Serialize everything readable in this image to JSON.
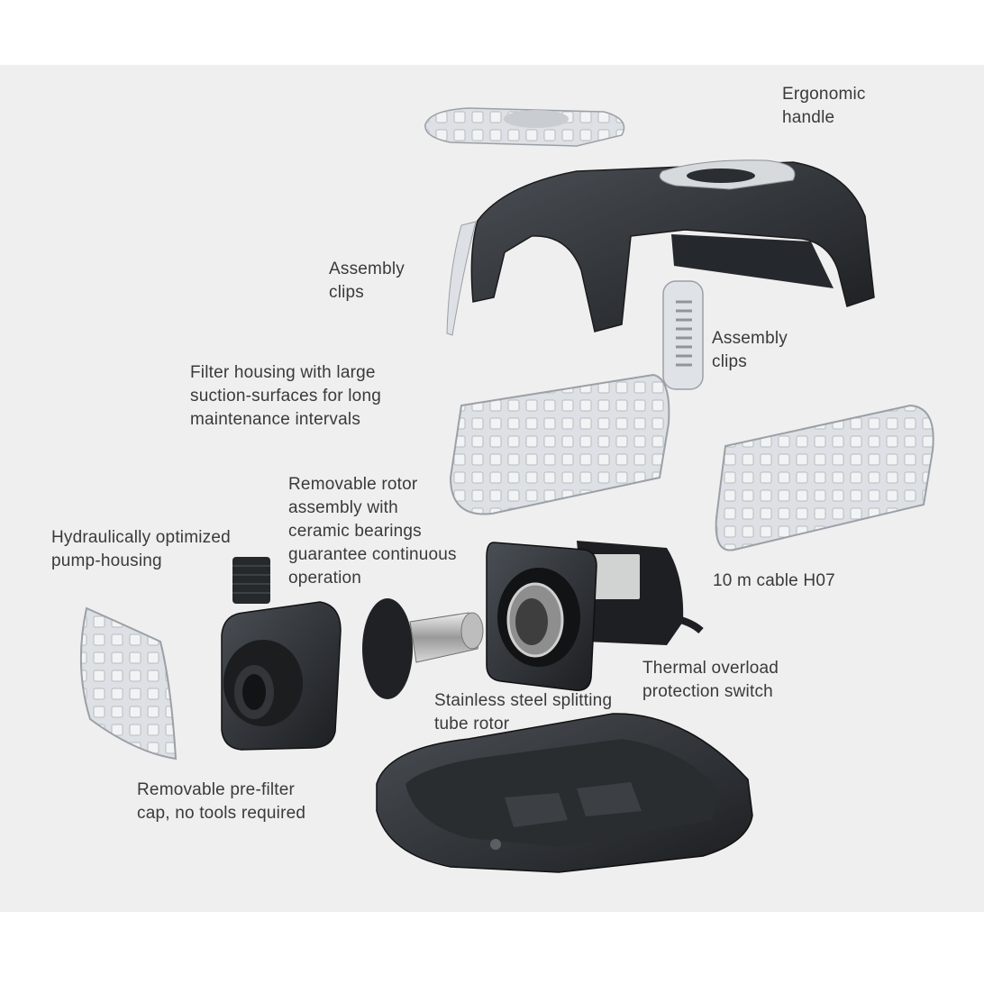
{
  "labels": {
    "ergonomic_handle": [
      "Ergonomic",
      "handle"
    ],
    "assembly_clips_left": [
      "Assembly",
      "clips"
    ],
    "assembly_clips_right": [
      "Assembly",
      "clips"
    ],
    "filter_housing": [
      "Filter housing with large",
      "suction-surfaces for long",
      "maintenance intervals"
    ],
    "removable_rotor": [
      "Removable rotor",
      "assembly with",
      "ceramic bearings",
      "guarantee continuous",
      "operation"
    ],
    "pump_housing": [
      "Hydraulically optimized",
      "pump-housing"
    ],
    "cable": [
      "10 m cable H07"
    ],
    "thermal_switch": [
      "Thermal overload",
      "protection switch"
    ],
    "stainless_rotor": [
      "Stainless steel splitting",
      "tube rotor"
    ],
    "prefilter_cap": [
      "Removable pre-filter",
      "cap, no tools required"
    ]
  },
  "colors": {
    "background": "#efefef",
    "text": "#3a3a3a",
    "plastic_dark": "#2c2f33",
    "grille_light": "#dfe2e6"
  }
}
